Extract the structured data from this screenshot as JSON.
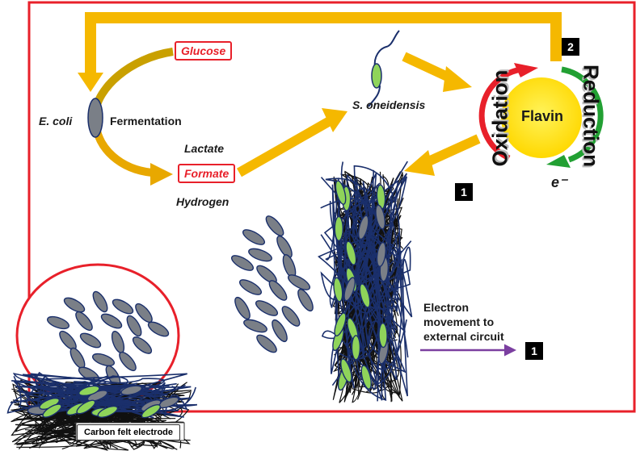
{
  "labels": {
    "glucose": "Glucose",
    "ecoli": "E. coli",
    "fermentation": "Fermentation",
    "lactate": "Lactate",
    "formate": "Formate",
    "hydrogen": "Hydrogen",
    "s_oneidensis": "S. oneidensis",
    "flavin": "Flavin",
    "oxidation": "Oxidation",
    "reduction": "Reduction",
    "electron": "e⁻",
    "electron_movement_line1": "Electron",
    "electron_movement_line2": "movement to",
    "electron_movement_line3": "external circuit",
    "carbon_felt": "Carbon felt electrode"
  },
  "badges": {
    "pathway_2": "2",
    "pathway_1_top": "1",
    "pathway_1_circuit": "1"
  },
  "colors": {
    "frame": "#e8202a",
    "arrow_gold": "#f5b800",
    "fermentation_arc": "#c9a000",
    "cell_gray": "#7a7f87",
    "cell_green": "#8fd45a",
    "fiber_black": "#111111",
    "fiber_blue": "#1a2f6b",
    "circuit_arrow": "#7b3fa0",
    "cycle_red": "#e8202a",
    "cycle_green": "#22a033",
    "flavin_fill": "#ffee00"
  }
}
